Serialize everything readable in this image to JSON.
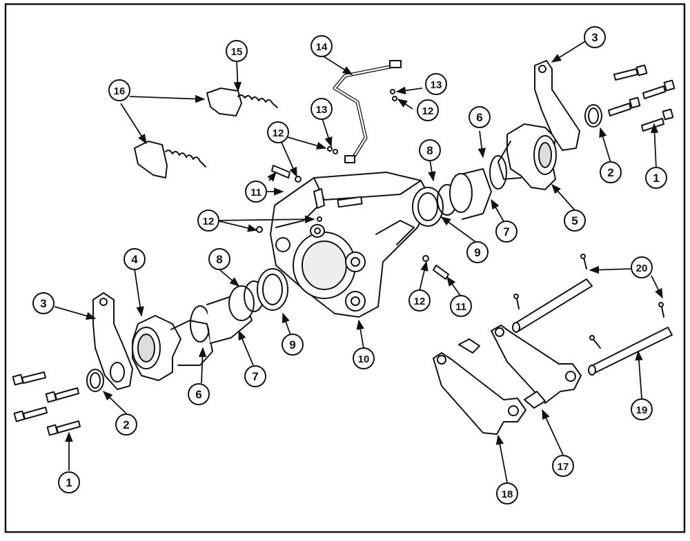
{
  "diagram": {
    "type": "exploded-parts-view",
    "ink_color": "#111111",
    "background_color": "#ffffff",
    "callouts": [
      {
        "id": "c1a",
        "label": "1"
      },
      {
        "id": "c1b",
        "label": "1"
      },
      {
        "id": "c2a",
        "label": "2"
      },
      {
        "id": "c2b",
        "label": "2"
      },
      {
        "id": "c3a",
        "label": "3"
      },
      {
        "id": "c3b",
        "label": "3"
      },
      {
        "id": "c4",
        "label": "4"
      },
      {
        "id": "c5",
        "label": "5"
      },
      {
        "id": "c6a",
        "label": "6"
      },
      {
        "id": "c6b",
        "label": "6"
      },
      {
        "id": "c7a",
        "label": "7"
      },
      {
        "id": "c7b",
        "label": "7"
      },
      {
        "id": "c8a",
        "label": "8"
      },
      {
        "id": "c8b",
        "label": "8"
      },
      {
        "id": "c9a",
        "label": "9"
      },
      {
        "id": "c9b",
        "label": "9"
      },
      {
        "id": "c10",
        "label": "10"
      },
      {
        "id": "c11a",
        "label": "11"
      },
      {
        "id": "c11b",
        "label": "11"
      },
      {
        "id": "c12a",
        "label": "12"
      },
      {
        "id": "c12b",
        "label": "12"
      },
      {
        "id": "c12c",
        "label": "12"
      },
      {
        "id": "c12d",
        "label": "12"
      },
      {
        "id": "c13a",
        "label": "13"
      },
      {
        "id": "c13b",
        "label": "13"
      },
      {
        "id": "c14",
        "label": "14"
      },
      {
        "id": "c15",
        "label": "15"
      },
      {
        "id": "c16",
        "label": "16"
      },
      {
        "id": "c17",
        "label": "17"
      },
      {
        "id": "c18",
        "label": "18"
      },
      {
        "id": "c19",
        "label": "19"
      },
      {
        "id": "c20",
        "label": "20"
      }
    ]
  }
}
